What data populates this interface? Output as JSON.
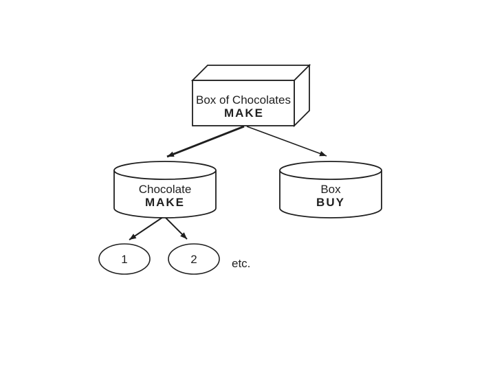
{
  "diagram": {
    "background_color": "#ffffff",
    "line_color": "#1f1f1f",
    "nodes": {
      "root": {
        "label": "Box of Chocolates",
        "decision": "MAKE"
      },
      "chocolate": {
        "label": "Chocolate",
        "decision": "MAKE"
      },
      "box": {
        "label": "Box",
        "decision": "BUY"
      },
      "leaf1": {
        "label": "1"
      },
      "leaf2": {
        "label": "2"
      }
    },
    "etc_label": "etc."
  }
}
